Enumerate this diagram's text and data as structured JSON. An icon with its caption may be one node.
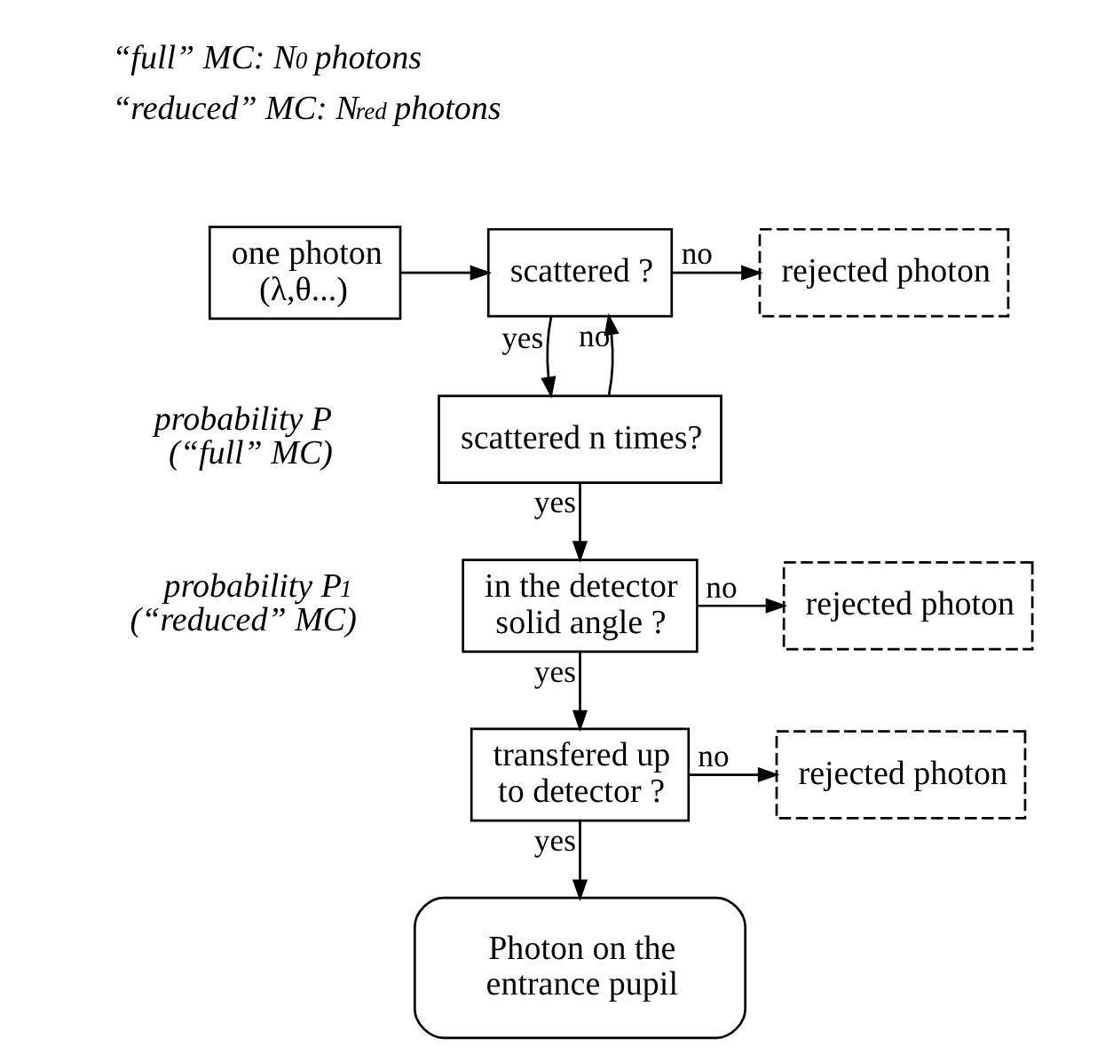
{
  "diagram": {
    "nodes": [
      {
        "text": [
          "one photon (λ,θ...)"
        ]
      },
      {
        "text": [
          "scattered ?"
        ]
      },
      {
        "text": [
          "rejected photon"
        ]
      },
      {
        "text": [
          "scattered n times?"
        ]
      },
      {
        "text": [
          "in the detector solid angle ?"
        ]
      },
      {
        "text": [
          "rejected photon"
        ]
      },
      {
        "text": [
          "transfered up to detector ?"
        ]
      },
      {
        "text": [
          "rejected photon"
        ]
      },
      {
        "text": [
          "Photon on the entrance pupil"
        ]
      }
    ],
    "edges": [
      {
        "from": 0,
        "to": 1,
        "arrow": "to"
      },
      {
        "from": 1,
        "to": 2,
        "arrow": "to",
        "label": "no"
      },
      {
        "from": 1,
        "to": 3,
        "arrow": "to",
        "label": "yes"
      },
      {
        "from": 3,
        "to": 1,
        "arrow": "to",
        "label": "no"
      },
      {
        "from": 3,
        "to": 4,
        "arrow": "to",
        "label": "yes"
      },
      {
        "from": 4,
        "to": 5,
        "arrow": "to",
        "label": "no"
      },
      {
        "from": 4,
        "to": 6,
        "arrow": "to",
        "label": "yes"
      },
      {
        "from": 6,
        "to": 7,
        "arrow": "to",
        "label": "no"
      },
      {
        "from": 6,
        "to": 8,
        "arrow": "to",
        "label": "yes"
      }
    ],
    "labels": [
      "“full” MC: N$_{0}$ photons",
      "“reduced” MC: N$_{red}$ photons",
      "probability P (“full” MC)",
      "probability P$_{1}$ (“reduced” MC)"
    ]
  }
}
